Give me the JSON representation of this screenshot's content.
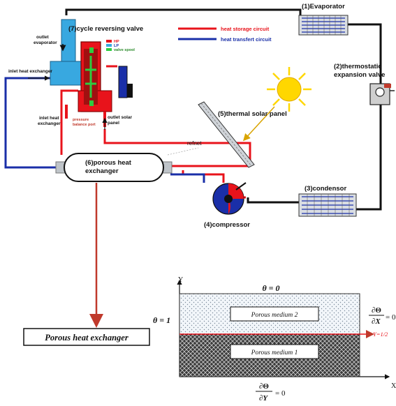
{
  "labels": {
    "evaporator": "(1)Evaporator",
    "expansion_valve_line1": "(2)thermostatic",
    "expansion_valve_line2": "expansion valve",
    "condensor": "(3)condensor",
    "compressor": "(4)compressor",
    "solar_panel": "(5)thermal solar panel",
    "porous_hx_line1": "(6)porous heat",
    "porous_hx_line2": "exchanger",
    "reversing_valve": "(7)cycle reversing valve",
    "outlet_evaporator_line1": "outlet",
    "outlet_evaporator_line2": "evaporator",
    "inlet_hx_top": "inlet heat exchanger",
    "inlet_hx_line1": "inlet heat",
    "inlet_hx_line2": "exchanger",
    "pressure_port_line1": "pressure",
    "pressure_port_line2": "balance port",
    "outlet_solar_line1": "outlet solar",
    "outlet_solar_line2": "panel",
    "refnet": "refnet"
  },
  "legend": {
    "heat_storage": "heat storage circuit",
    "heat_transfer": "heat transfert circuit",
    "hp": "HP",
    "lp": "LP",
    "valve_spool": "valve spool"
  },
  "colors": {
    "heat_storage": "#e8131b",
    "heat_transfer": "#1a2fa8",
    "refrigerant_line": "#111111",
    "lp_blue": "#38a8e0",
    "sun": "#ffd700",
    "arrow": "#c0392b"
  },
  "detail": {
    "title": "Porous heat exchanger",
    "axis_y": "Y",
    "axis_x": "X",
    "theta_top": "θ = 0",
    "theta_left": "θ = 1",
    "right_bc_num": "∂Θ",
    "right_bc_den": "∂X",
    "right_bc_val": "= 0",
    "bottom_bc_num": "∂Θ",
    "bottom_bc_den": "∂Y",
    "bottom_bc_val": "= 0",
    "medium_top": "Porous medium 2",
    "medium_bottom": "Porous medium 1",
    "interface": "Y=1/2"
  }
}
